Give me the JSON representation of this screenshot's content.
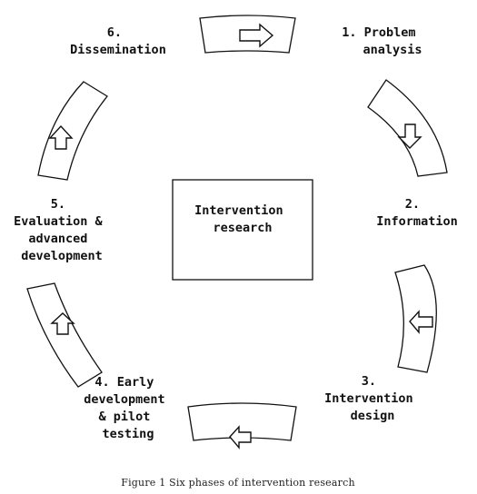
{
  "diagram": {
    "center_label": [
      "Intervention",
      "research"
    ],
    "phases": [
      {
        "lines": [
          "1. Problem",
          "analysis"
        ]
      },
      {
        "lines": [
          "2.",
          "Information"
        ]
      },
      {
        "lines": [
          "3.",
          "Intervention",
          "design"
        ]
      },
      {
        "lines": [
          "4. Early",
          "development",
          "& pilot",
          "testing"
        ]
      },
      {
        "lines": [
          "5.",
          "Evaluation &",
          "advanced",
          "development"
        ]
      },
      {
        "lines": [
          "6.",
          "Dissemination"
        ]
      }
    ],
    "caption": "Figure 1  Six phases of intervention research"
  }
}
